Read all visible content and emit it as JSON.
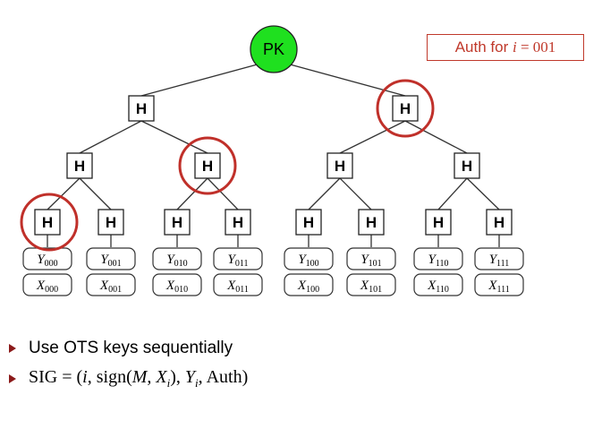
{
  "tree": {
    "root_label": "PK",
    "node_label": "H",
    "leaf_indices": [
      "000",
      "001",
      "010",
      "011",
      "100",
      "101",
      "110",
      "111"
    ],
    "y_letter": "Y",
    "x_letter": "X",
    "circled_nodes": [
      "leaf-000",
      "level2-01",
      "level1-1"
    ],
    "colors": {
      "root_fill": "#1fe01f",
      "circle": "#c0302a",
      "line": "#333333"
    }
  },
  "auth_box": {
    "prefix": "Auth for ",
    "var": "i",
    "eq": " = ",
    "value": "001"
  },
  "bullets": {
    "item1": "Use OTS keys sequentially",
    "item2": "SIG = (i, sign(M, X_i), Y_i, Auth)"
  }
}
